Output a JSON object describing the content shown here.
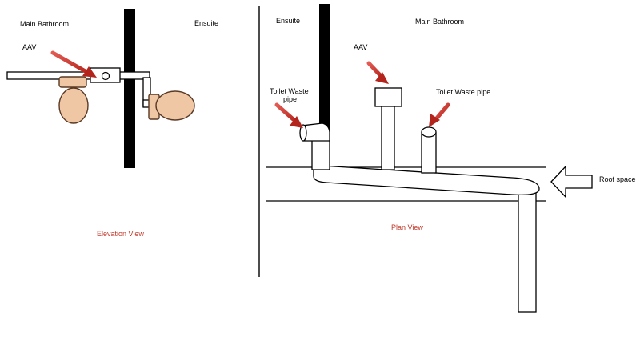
{
  "elevation": {
    "main_bathroom": "Main Bathroom",
    "ensuite": "Ensuite",
    "aav": "AAV",
    "caption": "Elevation View"
  },
  "plan": {
    "ensuite": "Ensuite",
    "main_bathroom": "Main Bathroom",
    "aav": "AAV",
    "toilet_waste_left_line1": "Toilet Waste",
    "toilet_waste_left_line2": "pipe",
    "toilet_waste_right": "Toilet Waste pipe",
    "roof_space": "Roof space",
    "caption": "Plan View"
  },
  "colors": {
    "caption": "#c0392b",
    "arrow_fill": "#d9534f",
    "toilet_fill": "#efc7a4",
    "wall": "#000000"
  },
  "icons": [
    "red-pointer-arrow",
    "roof-space-arrow",
    "toilet-icon",
    "aav-valve-icon"
  ]
}
